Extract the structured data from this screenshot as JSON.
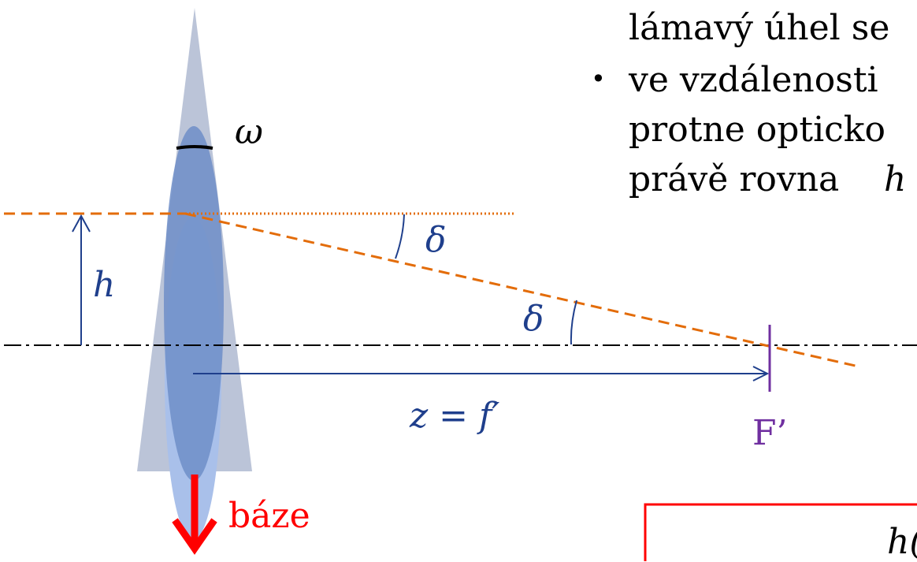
{
  "text_lines": [
    "lámavý úhel se",
    "ve vzdálenosti",
    "protne opticko",
    "právě rovna"
  ],
  "bullet": "•",
  "symbols": {
    "omega": "ω",
    "delta_upper": "δ",
    "delta_lower": "δ",
    "h_label": "h",
    "h_in_text": "h",
    "z_eq_f": "z = f′",
    "focus": "F’",
    "base": "báze",
    "box_text": "h("
  },
  "colors": {
    "prism": "#b7c1d6",
    "lens": "#6f8ec8",
    "lens_low": "#a9c0ea",
    "ray": "#e36c09",
    "dimension": "#1f3f8c",
    "focus": "#7030a0",
    "base_arrow": "#ff0000",
    "box_border": "#ff0000"
  }
}
